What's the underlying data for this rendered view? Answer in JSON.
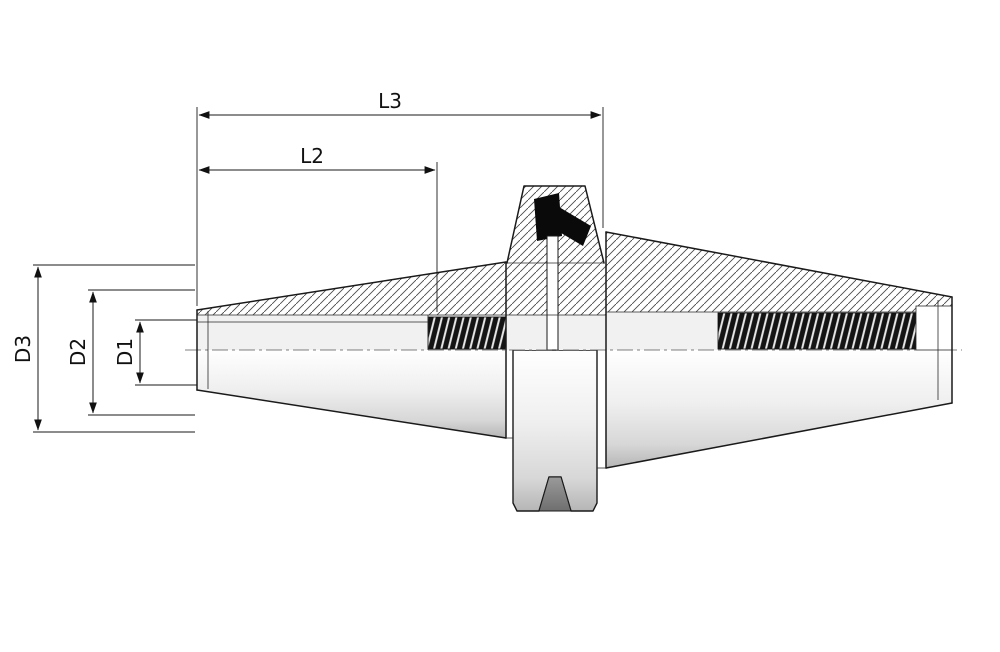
{
  "figure": {
    "type": "technical-drawing",
    "description": "Half-section engineering drawing of a machine tool holder (taper shank with flange, internal threads and coolant bore) with dimension callouts",
    "dimension_labels": {
      "l3": "L3",
      "l2": "L2",
      "d3": "D3",
      "d2": "D2",
      "d1": "D1"
    },
    "colors": {
      "line": "#1a1a1a",
      "hatch": "#4a4a4a",
      "thread": "#141414",
      "body_light": "#ffffff",
      "body_dark": "#b5b5b5",
      "bore_fill": "#f1f1f1",
      "groove_dark": "#6f6f6f",
      "background": "#ffffff"
    }
  }
}
